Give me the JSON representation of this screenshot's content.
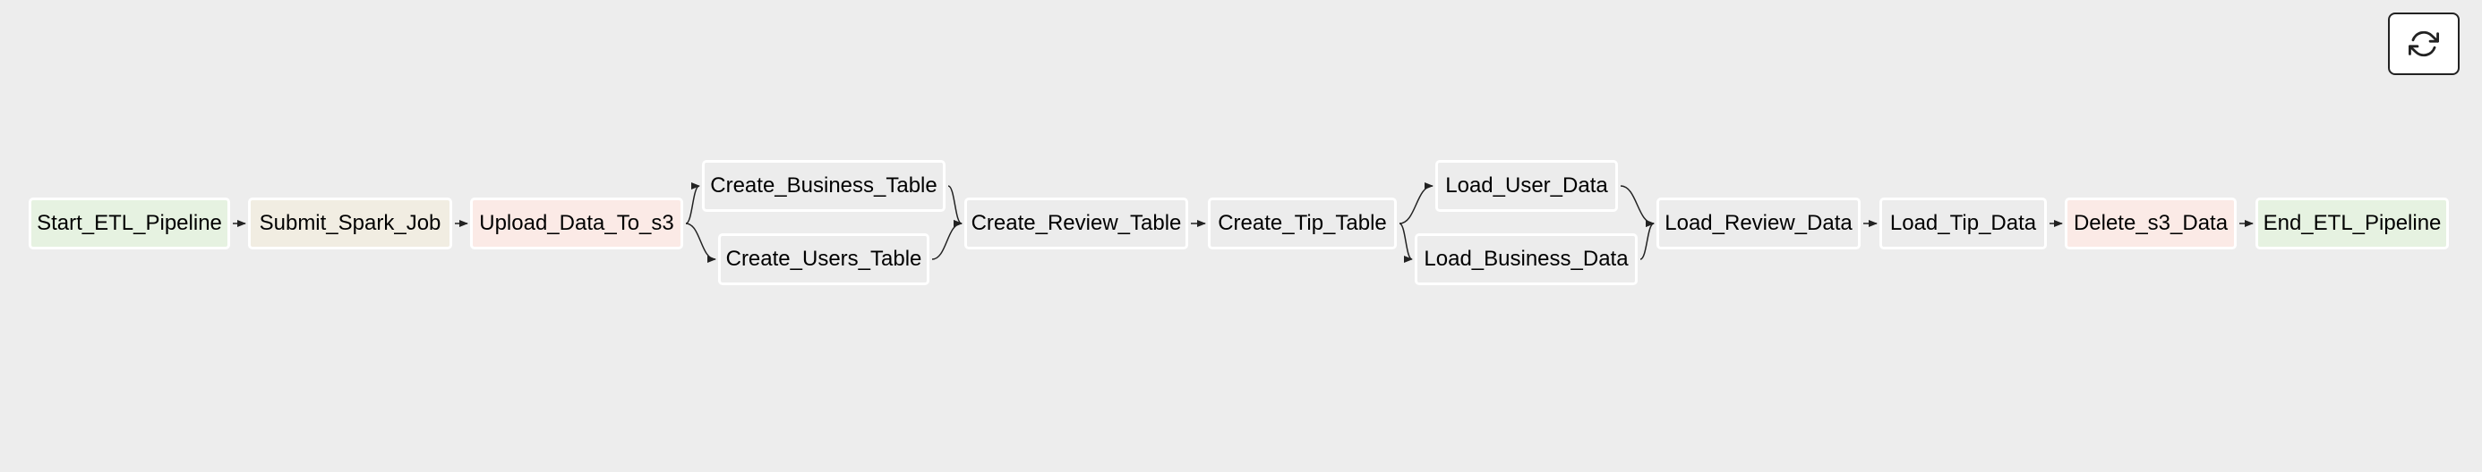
{
  "colors": {
    "background": "#ededed",
    "edge": "#222222",
    "node_border": "#ffffff",
    "status_start_end": "#e6f2e1",
    "status_running": "#f1ede2",
    "status_failed": "#fbeae6",
    "status_default": "#ececec"
  },
  "toolbar": {
    "refresh_icon": "refresh-icon"
  },
  "nodes": {
    "start_etl_pipeline": "Start_ETL_Pipeline",
    "submit_spark_job": "Submit_Spark_Job",
    "upload_data_to_s3": "Upload_Data_To_s3",
    "create_business_table": "Create_Business_Table",
    "create_users_table": "Create_Users_Table",
    "create_review_table": "Create_Review_Table",
    "create_tip_table": "Create_Tip_Table",
    "load_user_data": "Load_User_Data",
    "load_business_data": "Load_Business_Data",
    "load_review_data": "Load_Review_Data",
    "load_tip_data": "Load_Tip_Data",
    "delete_s3_data": "Delete_s3_Data",
    "end_etl_pipeline": "End_ETL_Pipeline"
  },
  "edges": [
    [
      "start_etl_pipeline",
      "submit_spark_job"
    ],
    [
      "submit_spark_job",
      "upload_data_to_s3"
    ],
    [
      "upload_data_to_s3",
      "create_business_table"
    ],
    [
      "upload_data_to_s3",
      "create_users_table"
    ],
    [
      "create_business_table",
      "create_review_table"
    ],
    [
      "create_users_table",
      "create_review_table"
    ],
    [
      "create_review_table",
      "create_tip_table"
    ],
    [
      "create_tip_table",
      "load_user_data"
    ],
    [
      "create_tip_table",
      "load_business_data"
    ],
    [
      "load_user_data",
      "load_review_data"
    ],
    [
      "load_business_data",
      "load_review_data"
    ],
    [
      "load_review_data",
      "load_tip_data"
    ],
    [
      "load_tip_data",
      "delete_s3_data"
    ],
    [
      "delete_s3_data",
      "end_etl_pipeline"
    ]
  ]
}
